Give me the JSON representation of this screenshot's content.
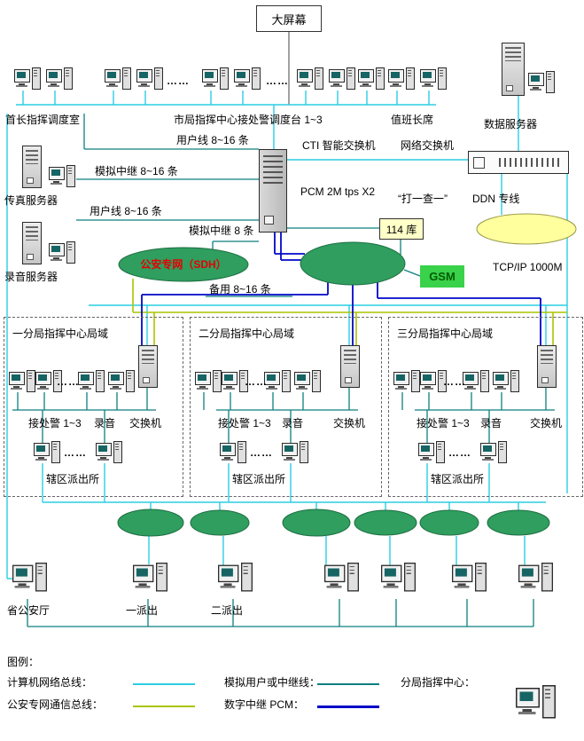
{
  "colors": {
    "network_bus": "#2BCDE4",
    "analog_line": "#0E7F7F",
    "security_bus": "#AAC400",
    "pcm_line": "#0008C8",
    "cloud_green": "#2F9E5F",
    "ddn_yellow": "#FFFF9E",
    "sdh_text": "#E60000",
    "gsm_bg": "#39D24A",
    "db114_bg": "#FFFFC8"
  },
  "dots": "……",
  "top": {
    "big_screen": "大屏幕",
    "chief_room": "首长指挥调度室",
    "city_console": "市局指挥中心接处警调度台 1~3",
    "duty_chief": "值班长席",
    "data_server": "数据服务器"
  },
  "middle": {
    "user_line_1": "用户线 8~16 条",
    "cti_switch": "CTI 智能交换机",
    "network_switch": "网络交换机",
    "analog_trunk_1": "模拟中继 8~16 条",
    "fax_server": "传真服务器",
    "pcm": "PCM 2M tps X2",
    "user_line_2": "用户线 8~16 条",
    "call_check": "“打一查一”",
    "ddn_line": "DDN 专线",
    "analog_trunk_2": "模拟中继 8 条",
    "db114": "114 库",
    "record_server": "录音服务器",
    "sdh_cloud": "公安专网（SDH）",
    "backup": "备用 8~16 条",
    "gsm": "GSM",
    "tcpip": "TCP/IP  1000M"
  },
  "branches": [
    {
      "title": "一分局指挥中心局域",
      "alarm": "接处警 1~3",
      "record": "录音",
      "switch": "交换机",
      "station": "辖区派出所"
    },
    {
      "title": "二分局指挥中心局域",
      "alarm": "接处警 1~3",
      "record": "录音",
      "switch": "交换机",
      "station": "辖区派出所"
    },
    {
      "title": "三分局指挥中心局域",
      "alarm": "接处警 1~3",
      "record": "录音",
      "switch": "交换机",
      "station": "辖区派出所"
    }
  ],
  "bottom": {
    "province": "省公安厅",
    "dispatch1": "一派出",
    "dispatch2": "二派出"
  },
  "legend": {
    "title": "图例：",
    "computer_bus": "计算机网络总线：",
    "analog_line": "模拟用户或中继线：",
    "branch_center": "分局指挥中心：",
    "security_bus": "公安专网通信总线：",
    "digital_pcm": "数字中继 PCM："
  }
}
